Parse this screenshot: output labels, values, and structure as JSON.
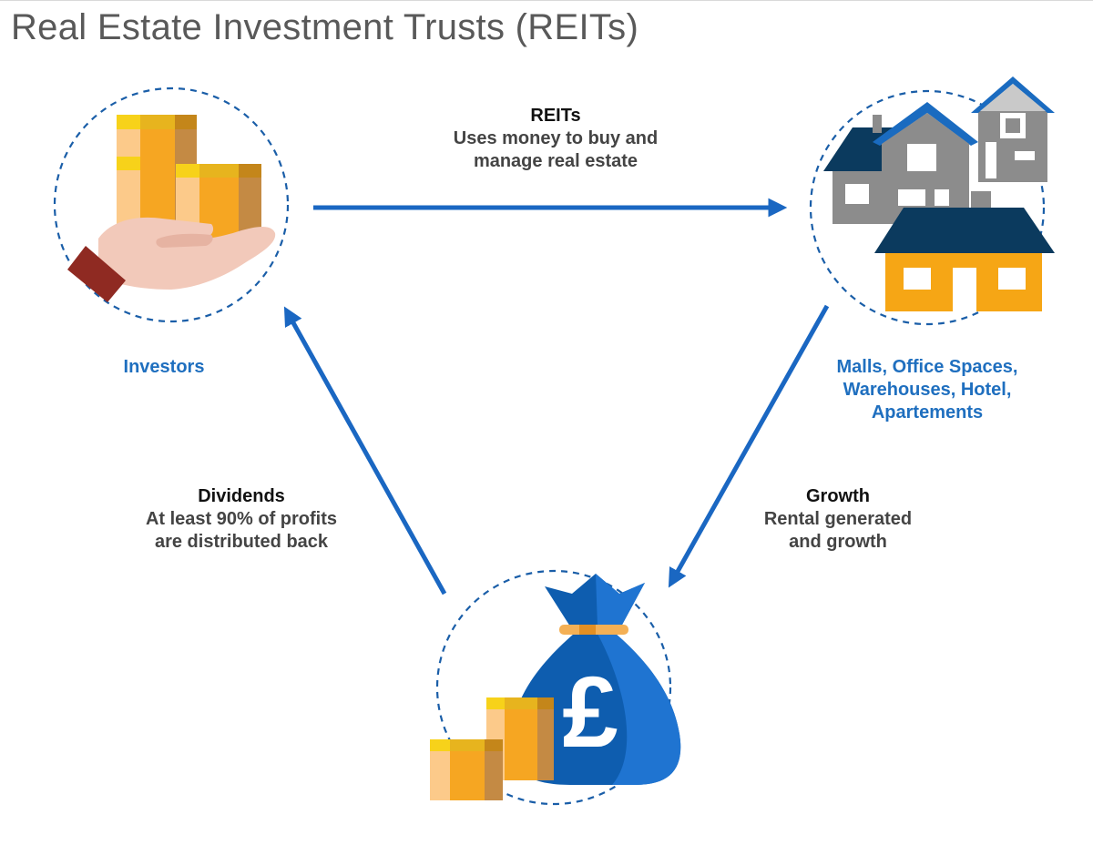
{
  "title": "Real Estate Investment Trusts (REITs)",
  "colors": {
    "arrow": "#1a67c2",
    "caption": "#1f6fbf",
    "dashed_circle": "#1a5ea8",
    "coin_gold": "#f6a622",
    "bag_blue": "#0d5fb0",
    "house_navy": "#0b3a5e",
    "house_gray": "#8a8a8a",
    "house_orange": "#f6a615"
  },
  "nodes": {
    "investors": {
      "icon": "hand-holding-coins-icon",
      "caption": "Investors"
    },
    "properties": {
      "icon": "houses-icon",
      "caption": "Malls, Office Spaces,\nWarehouses, Hotel,\nApartements"
    },
    "money": {
      "icon": "pound-money-bag-icon",
      "symbol": "£"
    }
  },
  "flows": {
    "reits": {
      "heading": "REITs",
      "text": "Uses money to buy and\nmanage real estate"
    },
    "growth": {
      "heading": "Growth",
      "text": "Rental generated\nand growth"
    },
    "dividends": {
      "heading": "Dividends",
      "text": "At least 90% of profits\nare distributed back"
    }
  }
}
